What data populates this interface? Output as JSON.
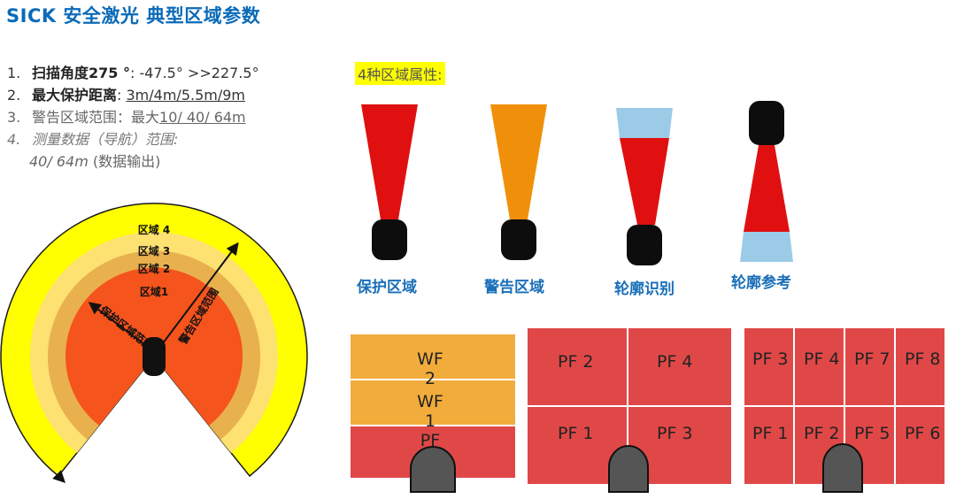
{
  "title": "SICK 安全激光 典型区域参数",
  "specs": {
    "s1": {
      "num": "1.",
      "label": "扫描角度275 °",
      "value": ": -47.5° >>227.5°"
    },
    "s2": {
      "num": "2.",
      "label": "最大保护距离",
      "sep": ":",
      "value": "3m/4m/5.5m/9m"
    },
    "s3": {
      "num": "3.",
      "label": "警告区域范围：最大",
      "value": "10/ 40/ 64m"
    },
    "s4": {
      "num": "4.",
      "label": "测量数据（导航）范围:"
    },
    "s5": {
      "value": "40/ 64m",
      "suffix": "(数据输出)"
    }
  },
  "legend_title": "4种区域属性:",
  "zone_types": {
    "protect": "保护区域",
    "warn": "警告区域",
    "contour": "轮廓识别",
    "reference": "轮廓参考"
  },
  "fan": {
    "z4": "区域 4",
    "z3": "区域 3",
    "z2": "区域 2",
    "z1": "区域1",
    "arrow_protect": "保护区域范围",
    "arrow_warn": "警告区域范围"
  },
  "fields": {
    "g1": {
      "wf2": "WF 2",
      "wf1": "WF 1",
      "pf": "PF"
    },
    "g2": {
      "pf2": "PF 2",
      "pf4": "PF 4",
      "pf1": "PF 1",
      "pf3": "PF 3"
    },
    "g3": {
      "pf3": "PF 3",
      "pf4": "PF 4",
      "pf7": "PF 7",
      "pf8": "PF 8",
      "pf1": "PF 1",
      "pf2": "PF 2",
      "pf5": "PF 5",
      "pf6": "PF 6"
    }
  },
  "colors": {
    "blue_title": "#0a6ab8",
    "red": "#e01010",
    "orange": "#f0900a",
    "light_blue": "#9ccbe8",
    "field_red": "#e04848",
    "field_orange": "#f2ac3c",
    "yellow": "#ffff00"
  }
}
